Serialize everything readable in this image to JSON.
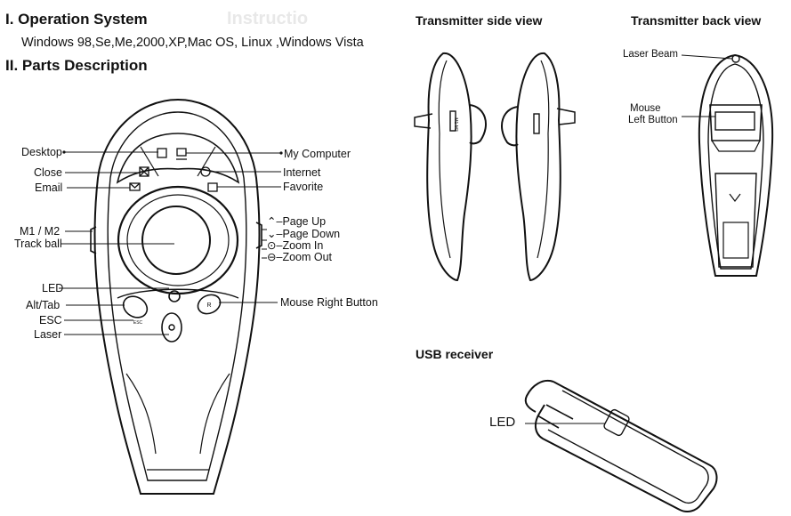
{
  "section1": {
    "heading": "I. Operation System",
    "systems": "Windows 98,Se,Me,2000,XP,Mac OS, Linux ,Windows Vista"
  },
  "section2": {
    "heading": "II. Parts Description"
  },
  "front_labels": {
    "desktop": "Desktop",
    "close": "Close",
    "email": "Email",
    "m1m2": "M1 / M2",
    "trackball": "Track ball",
    "led": "LED",
    "alt_tab": "Alt/Tab",
    "esc": "ESC",
    "laser": "Laser",
    "my_computer": "My Computer",
    "internet": "Internet",
    "favorite": "Favorite",
    "page_up": "Page Up",
    "page_down": "Page Down",
    "zoom_in": "Zoom In",
    "zoom_out": "Zoom Out",
    "mouse_right_button": "Mouse Right Button"
  },
  "side_view": {
    "title": "Transmitter side view",
    "side_mark": "M1 M2"
  },
  "back_view": {
    "title": "Transmitter back view",
    "laser_beam": "Laser Beam",
    "mouse_left_line1": "Mouse",
    "mouse_left_line2": "Left Button"
  },
  "usb": {
    "title": "USB receiver",
    "led": "LED"
  },
  "device_marks": {
    "right_key": "R",
    "esc_key": "ESC"
  },
  "background_ghost_text": {
    "heading": "Instructio"
  }
}
